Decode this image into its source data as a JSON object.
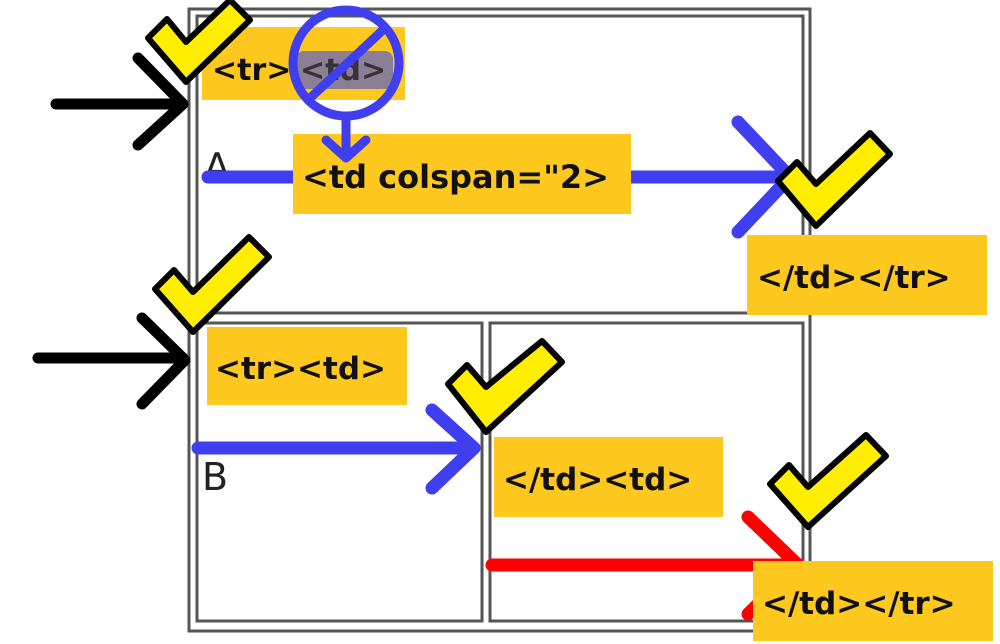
{
  "cells": {
    "a": "A",
    "b": "B"
  },
  "labels": {
    "row1_open": "<tr>",
    "row1_removed_td": "<td>",
    "colspan_td": "<td colspan=\"2>",
    "row1_close": "</td></tr>",
    "row2_open": "<tr><td>",
    "row2_middle": "</td><td>",
    "row2_close": "</td></tr>"
  },
  "colors": {
    "label_bg": "#FFC81E",
    "blue": "#3F3FF0",
    "red": "#FF0000",
    "check": "#FFEE00",
    "table_border": "#555555"
  },
  "icons": [
    "check-icon",
    "arrow-right-icon",
    "no-symbol-icon",
    "arrow-down-icon"
  ]
}
